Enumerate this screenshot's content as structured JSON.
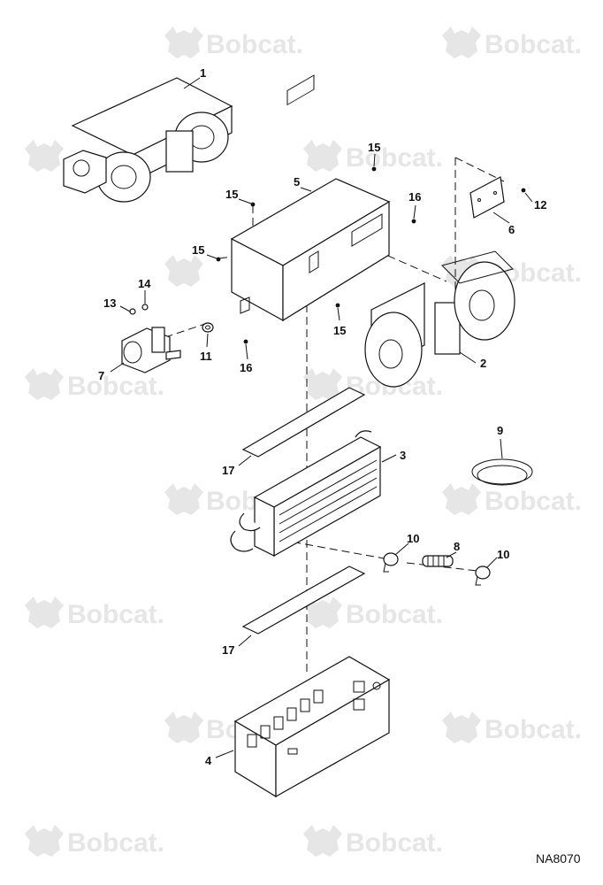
{
  "watermark": {
    "brand": "Bobcat.",
    "icon": "bobcat-head-icon"
  },
  "drawing_code": "NA8070",
  "callouts": {
    "c1": "1",
    "c2": "2",
    "c3": "3",
    "c4": "4",
    "c5": "5",
    "c6": "6",
    "c7": "7",
    "c8": "8",
    "c9": "9",
    "c10a": "10",
    "c10b": "10",
    "c11": "11",
    "c12": "12",
    "c13": "13",
    "c14": "14",
    "c15a": "15",
    "c15b": "15",
    "c15c": "15",
    "c15d": "15",
    "c16a": "16",
    "c16b": "16",
    "c17a": "17",
    "c17b": "17"
  }
}
